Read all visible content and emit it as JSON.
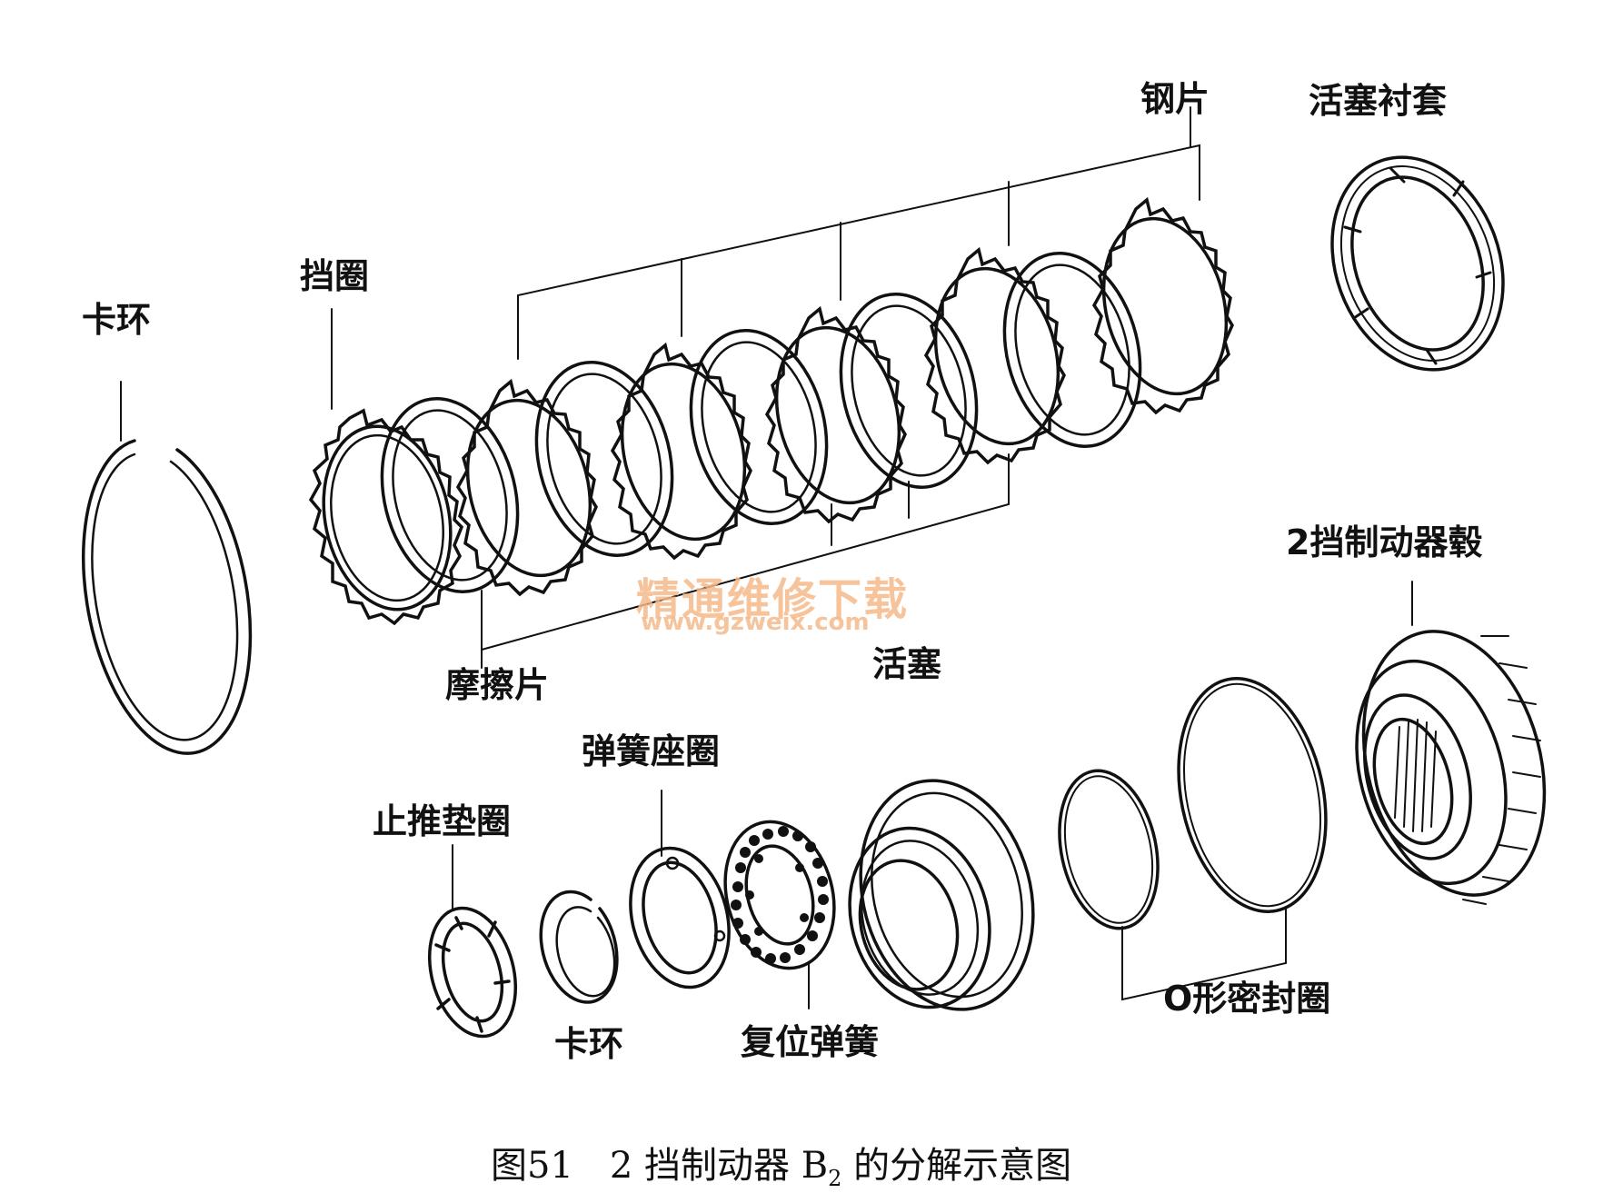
{
  "labels": {
    "kahuan_top": "卡环",
    "dangquan": "挡圈",
    "gangpian": "钢片",
    "huosai_chentao": "活塞衬套",
    "mocapian": "摩擦片",
    "huosai": "活塞",
    "zhidonggu": "2挡制动器毂",
    "tanhuang_zuoquan": "弹簧座圈",
    "zhitui_dianquan": "止推垫圈",
    "kahuan_bottom": "卡环",
    "fuwei_tanhuang": "复位弹簧",
    "o_ring": "O形密封圈"
  },
  "watermark": {
    "cn": "精通维修下载",
    "url": "www.gzweix.com"
  },
  "caption": {
    "prefix": "图51　2 挡制动器 B",
    "sub": "2",
    "suffix": " 的分解示意图"
  }
}
